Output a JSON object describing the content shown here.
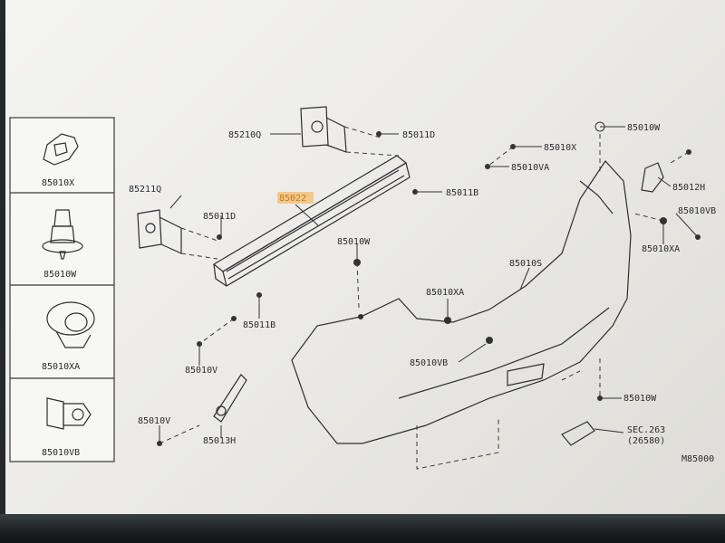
{
  "legend": {
    "items": [
      {
        "code": "85010X"
      },
      {
        "code": "85010W"
      },
      {
        "code": "85010XA"
      },
      {
        "code": "85010VB"
      }
    ]
  },
  "callouts": {
    "bracket_upper": "85210Q",
    "bracket_lower": "85211Q",
    "reinforcement": "85022",
    "nut_upper": "85011D",
    "nut_lower": "85011D",
    "bolt_upper_right": "85011B",
    "bolt_lower": "85011B",
    "clip_v_left": "85010V",
    "clip_w_mid": "85010W",
    "clip_x_top": "85010X",
    "clip_va_top": "85010VA",
    "clip_w_top": "85010W",
    "bracket_right_h": "85012H",
    "clip_vb_right": "85010VB",
    "clip_xa_right": "85010XA",
    "bumper_fascia": "85010S",
    "clip_xa_mid": "85010XA",
    "clip_vb_mid": "85010VB",
    "clip_w_low": "85010W",
    "clip_v_low": "85010V",
    "bracket_lower_h": "85013H",
    "section_ref": "SEC.263",
    "section_ref_sub": "(26580)",
    "figure_code": "M85000"
  },
  "highlight_color": "#f3c27a"
}
